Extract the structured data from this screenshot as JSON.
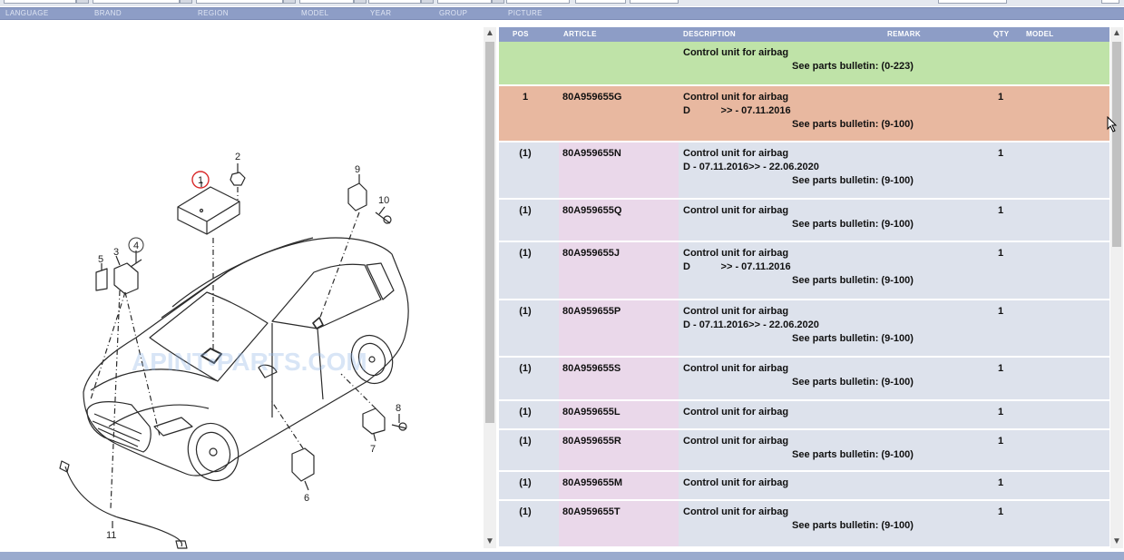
{
  "header": {
    "columns": [
      "LANGUAGE",
      "BRAND",
      "REGION",
      "MODEL",
      "YEAR",
      "GROUP",
      "PICTURE"
    ]
  },
  "diagram": {
    "watermark": "APINT•PARTS.COM",
    "callouts": [
      "1",
      "2",
      "3",
      "4",
      "5",
      "6",
      "7",
      "8",
      "9",
      "10",
      "11"
    ]
  },
  "table": {
    "headers": {
      "pos": "POS",
      "article": "ARTICLE",
      "description": "DESCRIPTION",
      "remark": "REMARK",
      "qty": "QTY",
      "model": "MODEL"
    },
    "rows": [
      {
        "pos": "",
        "article": "",
        "desc": "Control unit for airbag",
        "line2": "",
        "bulletin": "See parts bulletin: (0-223)",
        "qty": "",
        "kind": "note"
      },
      {
        "pos": "1",
        "article": "80A959655G",
        "desc": "Control unit for airbag",
        "line2": "D           >> - 07.11.2016",
        "bulletin": "See parts bulletin: (9-100)",
        "qty": "1",
        "kind": "selected"
      },
      {
        "pos": "(1)",
        "article": "80A959655N",
        "desc": "Control unit for airbag",
        "line2": "D - 07.11.2016>> - 22.06.2020",
        "bulletin": "See parts bulletin: (9-100)",
        "qty": "1",
        "kind": "normal"
      },
      {
        "pos": "(1)",
        "article": "80A959655Q",
        "desc": "Control unit for airbag",
        "line2": "",
        "bulletin": "See parts bulletin: (9-100)",
        "qty": "1",
        "kind": "normal"
      },
      {
        "pos": "(1)",
        "article": "80A959655J",
        "desc": "Control unit for airbag",
        "line2": "D           >> - 07.11.2016",
        "bulletin": "See parts bulletin: (9-100)",
        "qty": "1",
        "kind": "normal"
      },
      {
        "pos": "(1)",
        "article": "80A959655P",
        "desc": "Control unit for airbag",
        "line2": "D - 07.11.2016>> - 22.06.2020",
        "bulletin": "See parts bulletin: (9-100)",
        "qty": "1",
        "kind": "normal"
      },
      {
        "pos": "(1)",
        "article": "80A959655S",
        "desc": "Control unit for airbag",
        "line2": "",
        "bulletin": "See parts bulletin: (9-100)",
        "qty": "1",
        "kind": "normal"
      },
      {
        "pos": "(1)",
        "article": "80A959655L",
        "desc": "Control unit for airbag",
        "line2": "",
        "bulletin": "",
        "qty": "1",
        "kind": "normal"
      },
      {
        "pos": "(1)",
        "article": "80A959655R",
        "desc": "Control unit for airbag",
        "line2": "",
        "bulletin": "See parts bulletin: (9-100)",
        "qty": "1",
        "kind": "normal"
      },
      {
        "pos": "(1)",
        "article": "80A959655M",
        "desc": "Control unit for airbag",
        "line2": "",
        "bulletin": "",
        "qty": "1",
        "kind": "normal"
      },
      {
        "pos": "(1)",
        "article": "80A959655T",
        "desc": "Control unit for airbag",
        "line2": "",
        "bulletin": "See parts bulletin: (9-100)",
        "qty": "1",
        "kind": "normal"
      }
    ]
  },
  "colors": {
    "header_bg": "#8d9dc6",
    "note_row": "#bfe3a8",
    "selected_row": "#e8b8a0",
    "normal_row": "#dde2ec",
    "article_col": "#ead8ea",
    "callout_highlight": "#d92b2b"
  },
  "icons": {
    "scroll_up": "▲",
    "scroll_down": "▼",
    "cursor": "mouse-pointer-icon"
  }
}
